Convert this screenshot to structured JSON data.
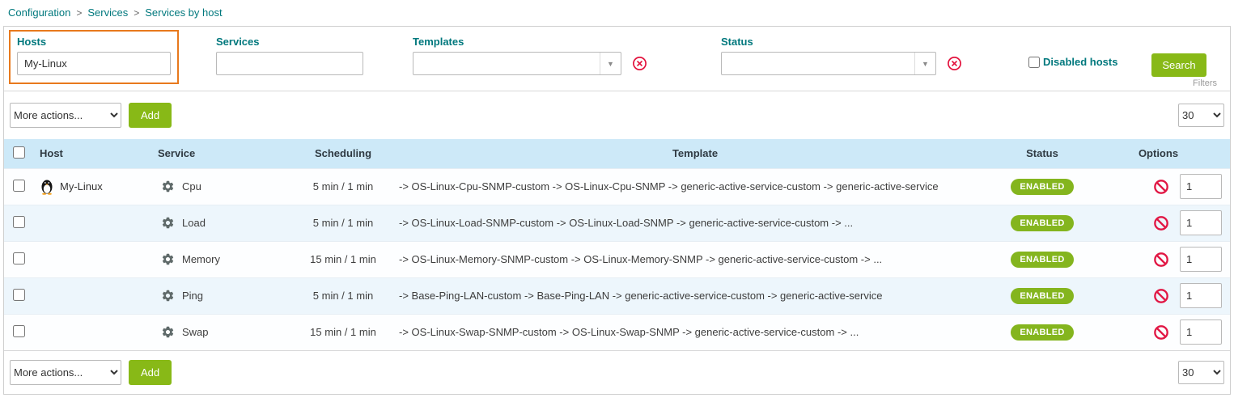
{
  "breadcrumb": {
    "separator": ">",
    "items": [
      "Configuration",
      "Services",
      "Services by host"
    ]
  },
  "filters": {
    "hosts": {
      "label": "Hosts",
      "value": "My-Linux"
    },
    "services": {
      "label": "Services",
      "value": ""
    },
    "templates": {
      "label": "Templates",
      "value": ""
    },
    "status": {
      "label": "Status",
      "value": ""
    },
    "disabled_hosts": {
      "label": "Disabled hosts",
      "checked": false
    },
    "search_button": "Search",
    "caption": "Filters"
  },
  "toolbar": {
    "more_actions": "More actions...",
    "add_button": "Add",
    "page_size": "30"
  },
  "footer": {
    "more_actions": "More actions...",
    "add_button": "Add",
    "page_size": "30"
  },
  "table": {
    "headers": {
      "host": "Host",
      "service": "Service",
      "scheduling": "Scheduling",
      "template": "Template",
      "status": "Status",
      "options": "Options"
    },
    "rows": [
      {
        "host": "My-Linux",
        "service": "Cpu",
        "scheduling": "5 min / 1 min",
        "template": "-> OS-Linux-Cpu-SNMP-custom -> OS-Linux-Cpu-SNMP -> generic-active-service-custom -> generic-active-service",
        "status": "ENABLED",
        "options_value": "1"
      },
      {
        "host": "",
        "service": "Load",
        "scheduling": "5 min / 1 min",
        "template": "-> OS-Linux-Load-SNMP-custom -> OS-Linux-Load-SNMP -> generic-active-service-custom -> ...",
        "status": "ENABLED",
        "options_value": "1"
      },
      {
        "host": "",
        "service": "Memory",
        "scheduling": "15 min / 1 min",
        "template": "-> OS-Linux-Memory-SNMP-custom -> OS-Linux-Memory-SNMP -> generic-active-service-custom -> ...",
        "status": "ENABLED",
        "options_value": "1"
      },
      {
        "host": "",
        "service": "Ping",
        "scheduling": "5 min / 1 min",
        "template": "-> Base-Ping-LAN-custom -> Base-Ping-LAN -> generic-active-service-custom -> generic-active-service",
        "status": "ENABLED",
        "options_value": "1"
      },
      {
        "host": "",
        "service": "Swap",
        "scheduling": "15 min / 1 min",
        "template": "-> OS-Linux-Swap-SNMP-custom -> OS-Linux-Swap-SNMP -> generic-active-service-custom -> ...",
        "status": "ENABLED",
        "options_value": "1"
      }
    ]
  },
  "icons": {
    "linux-penguin-icon": "tux penguin host icon",
    "gear-icon": "service gear icon",
    "no-entry-icon": "red disable/forbidden icon",
    "clear-icon": "red circled x clear-filter icon",
    "chevron-down-icon": "dropdown arrow"
  },
  "colors": {
    "teal_accent": "#00787d",
    "green_button": "#88b917",
    "badge_green": "#84b51e",
    "header_blue": "#cde9f8",
    "highlight_orange": "#e8791d",
    "red_icon": "#e11744"
  }
}
